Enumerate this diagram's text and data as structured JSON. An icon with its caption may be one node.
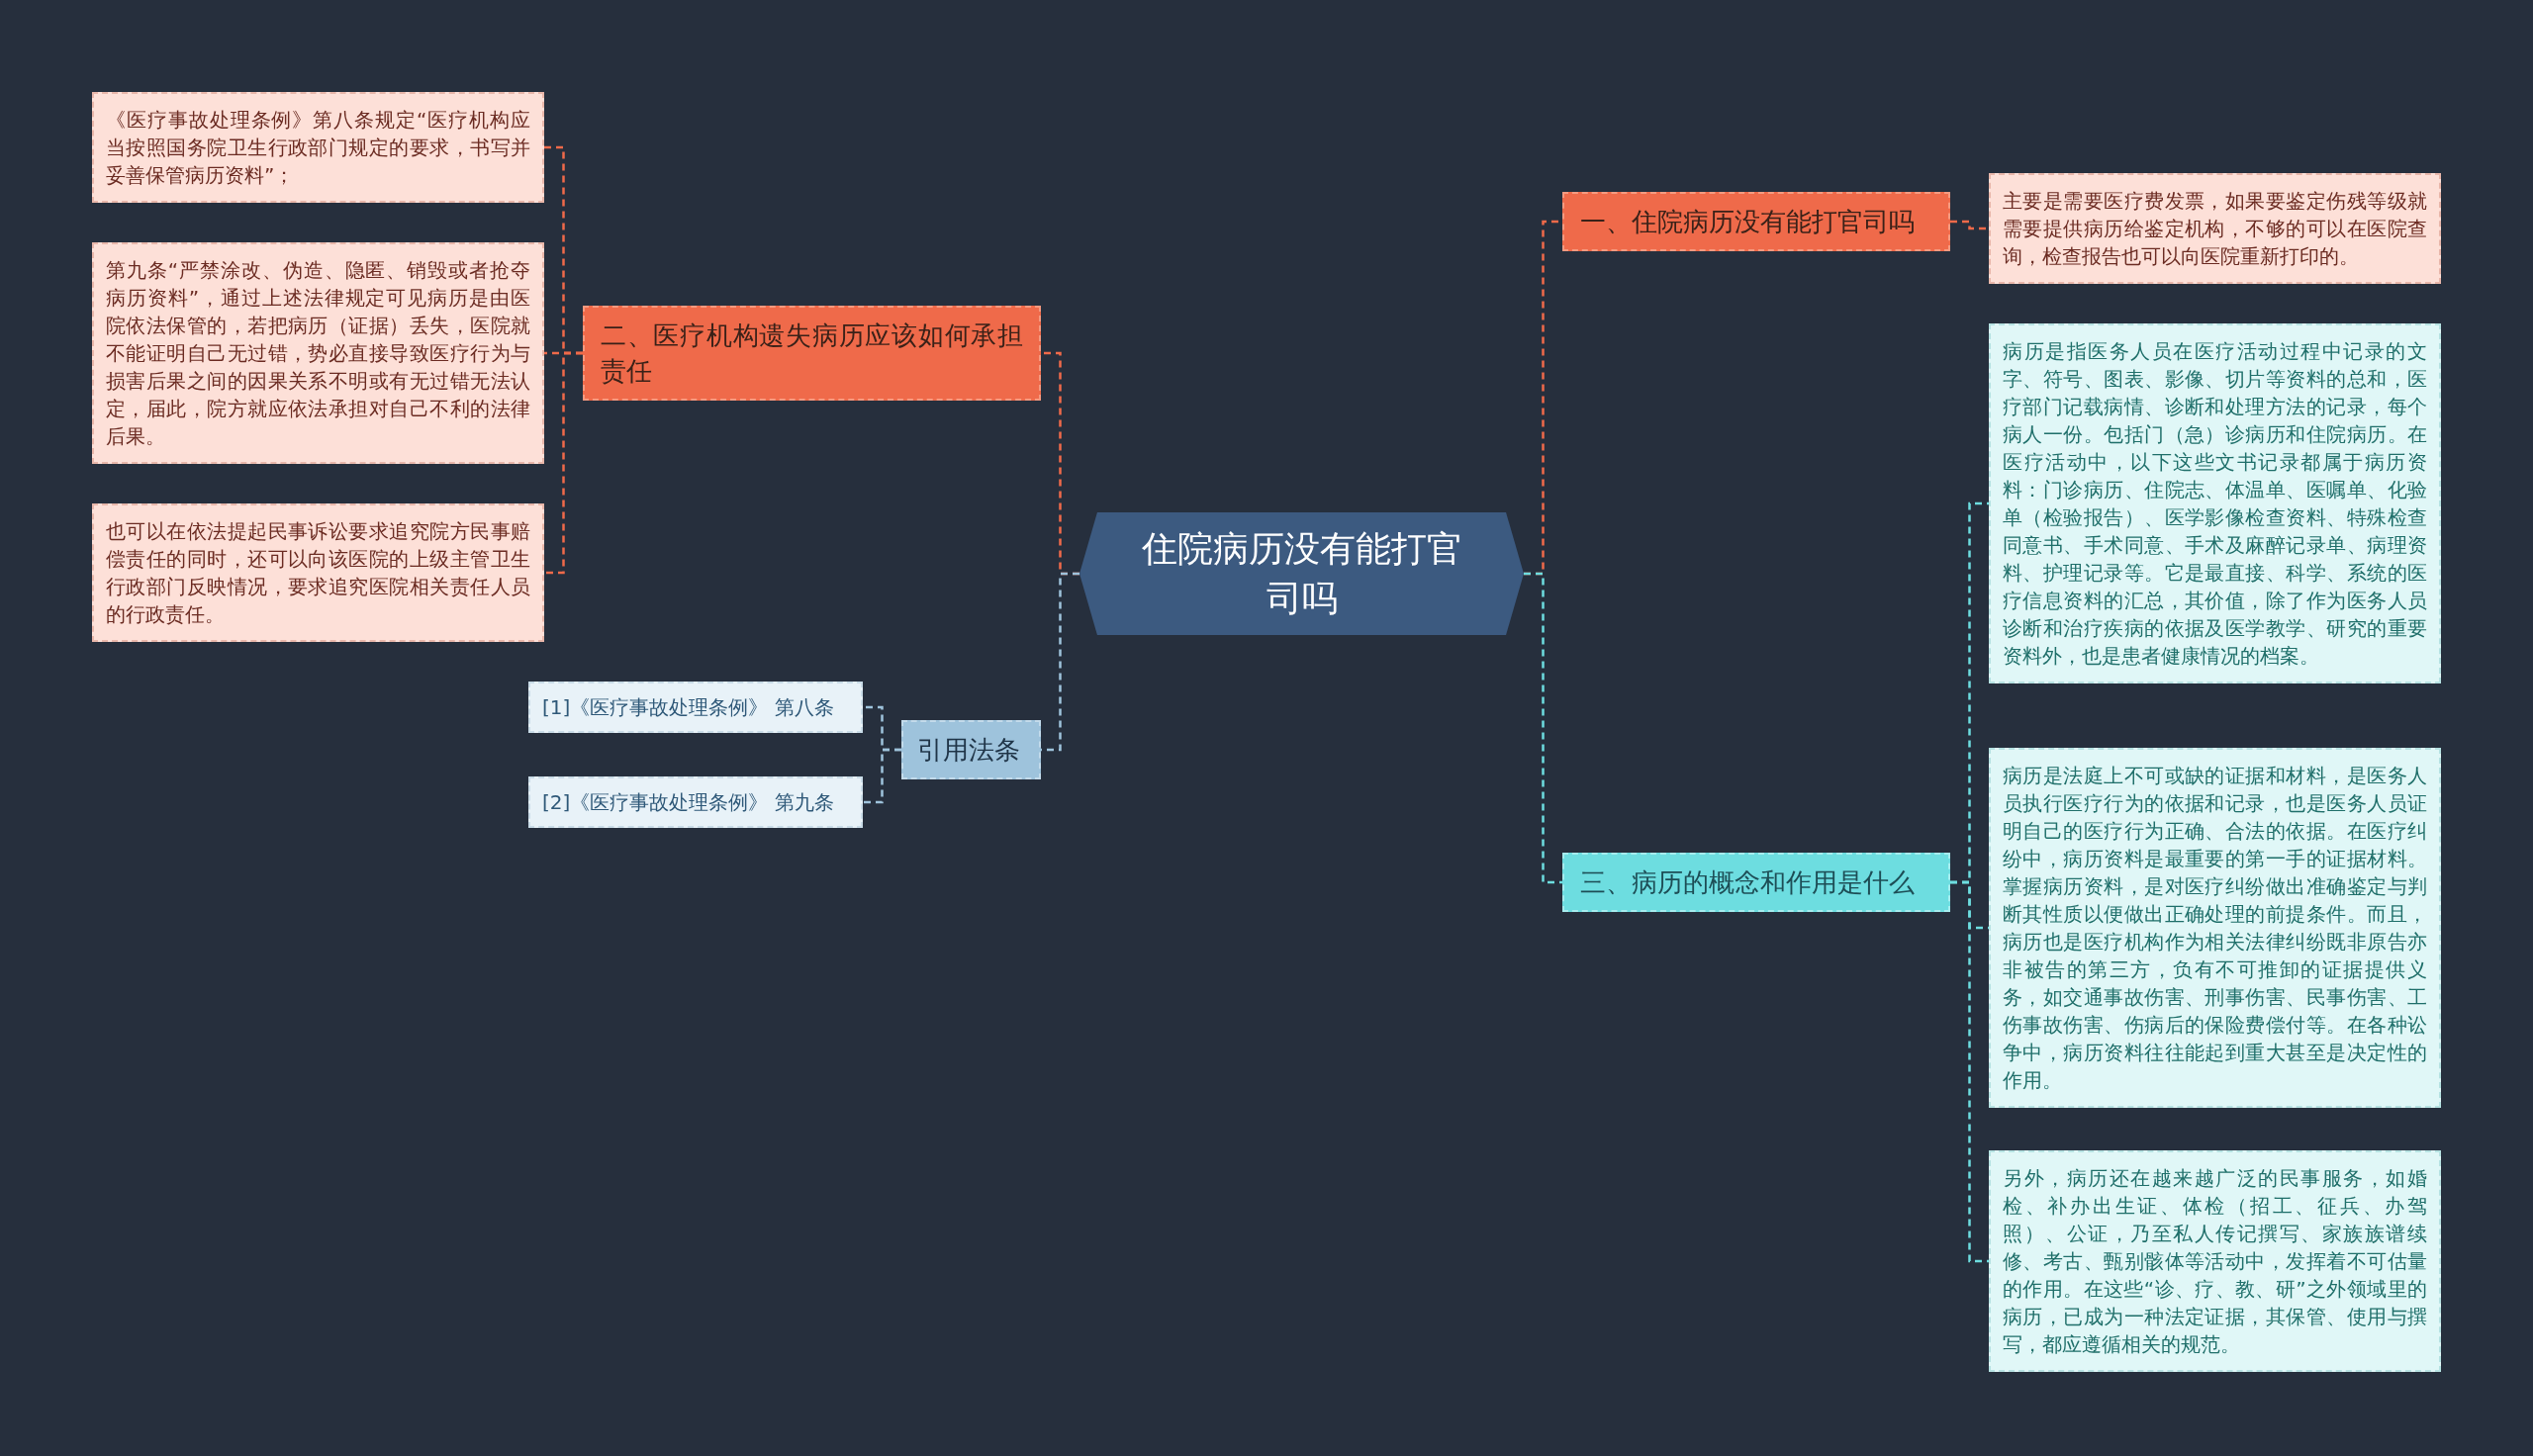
{
  "diagram": {
    "nodes": [
      {
        "text": [
          "住院病历没有能打官司吗"
        ]
      },
      {
        "text": [
          "一、住院病历没有能打官司吗"
        ]
      },
      {
        "text": [
          "主要是需要医疗费发票，如果要鉴定伤残等级就需要提供病历给鉴定机构，不够的可以在医院查询，检查报告也可以向医院重新打印的。"
        ]
      },
      {
        "text": [
          "二、医疗机构遗失病历应该如何承担责任"
        ]
      },
      {
        "text": [
          "《医疗事故处理条例》第八条规定“医疗机构应当按照国务院卫生行政部门规定的要求，书写并妥善保管病历资料”；"
        ]
      },
      {
        "text": [
          "第九条“严禁涂改、伪造、隐匿、销毁或者抢夺病历资料”，通过上述法律规定可见病历是由医院依法保管的，若把病历（证据）丢失，医院就不能证明自己无过错，势必直接导致医疗行为与损害后果之间的因果关系不明或有无过错无法认定，届此，院方就应依法承担对自己不利的法律后果。"
        ]
      },
      {
        "text": [
          "也可以在依法提起民事诉讼要求追究院方民事赔偿责任的同时，还可以向该医院的上级主管卫生行政部门反映情况，要求追究医院相关责任人员的行政责任。"
        ]
      },
      {
        "text": [
          "引用法条"
        ]
      },
      {
        "text": [
          "[1]《医疗事故处理条例》 第八条"
        ]
      },
      {
        "text": [
          "[2]《医疗事故处理条例》 第九条"
        ]
      },
      {
        "text": [
          "三、病历的概念和作用是什么"
        ]
      },
      {
        "text": [
          "病历是指医务人员在医疗活动过程中记录的文字、符号、图表、影像、切片等资料的总和，医疗部门记载病情、诊断和处理方法的记录，每个病人一份。包括门（急）诊病历和住院病历。在医疗活动中，以下这些文书记录都属于病历资料：门诊病历、住院志、体温单、医嘱单、化验单（检验报告）、医学影像检查资料、特殊检查同意书、手术同意、手术及麻醉记录单、病理资料、护理记录等。它是最直接、科学、系统的医疗信息资料的汇总，其价值，除了作为医务人员诊断和治疗疾病的依据及医学教学、研究的重要资料外，也是患者健康情况的档案。"
        ]
      },
      {
        "text": [
          "病历是法庭上不可或缺的证据和材料，是医务人员执行医疗行为的依据和记录，也是医务人员证明自己的医疗行为正确、合法的依据。在医疗纠纷中，病历资料是最重要的第一手的证据材料。掌握病历资料，是对医疗纠纷做出准确鉴定与判断其性质以便做出正确处理的前提条件。而且，病历也是医疗机构作为相关法律纠纷既非原告亦非被告的第三方，负有不可推卸的证据提供义务，如交通事故伤害、刑事伤害、民事伤害、工伤事故伤害、伤病后的保险费偿付等。在各种讼争中，病历资料往往能起到重大甚至是决定性的作用。"
        ]
      },
      {
        "text": [
          "另外，病历还在越来越广泛的民事服务，如婚检、补办出生证、体检（招工、征兵、办驾照）、公证，乃至私人传记撰写、家族族谱续修、考古、甄别骸体等活动中，发挥着不可估量的作用。在这些“诊、疗、教、研”之外领域里的病历，已成为一种法定证据，其保管、使用与撰写，都应遵循相关的规范。"
        ]
      }
    ],
    "edges": [
      {
        "from": 0,
        "to": 1,
        "arrow": "none",
        "style": "dashed"
      },
      {
        "from": 1,
        "to": 2,
        "arrow": "none",
        "style": "dashed"
      },
      {
        "from": 0,
        "to": 3,
        "arrow": "none",
        "style": "dashed"
      },
      {
        "from": 3,
        "to": 4,
        "arrow": "none",
        "style": "dashed"
      },
      {
        "from": 3,
        "to": 5,
        "arrow": "none",
        "style": "dashed"
      },
      {
        "from": 3,
        "to": 6,
        "arrow": "none",
        "style": "dashed"
      },
      {
        "from": 0,
        "to": 7,
        "arrow": "none",
        "style": "dashed",
        "color": "#9ec3dc"
      },
      {
        "from": 7,
        "to": 8,
        "arrow": "none",
        "style": "dashed",
        "color": "#9ec3dc"
      },
      {
        "from": 7,
        "to": 9,
        "arrow": "none",
        "style": "dashed",
        "color": "#9ec3dc"
      },
      {
        "from": 0,
        "to": 10,
        "arrow": "none",
        "style": "dashed",
        "color": "#6ddde0"
      },
      {
        "from": 10,
        "to": 11,
        "arrow": "none",
        "style": "dashed",
        "color": "#6ddde0"
      },
      {
        "from": 10,
        "to": 12,
        "arrow": "none",
        "style": "dashed",
        "color": "#6ddde0"
      },
      {
        "from": 10,
        "to": 13,
        "arrow": "none",
        "style": "dashed",
        "color": "#6ddde0"
      }
    ]
  }
}
